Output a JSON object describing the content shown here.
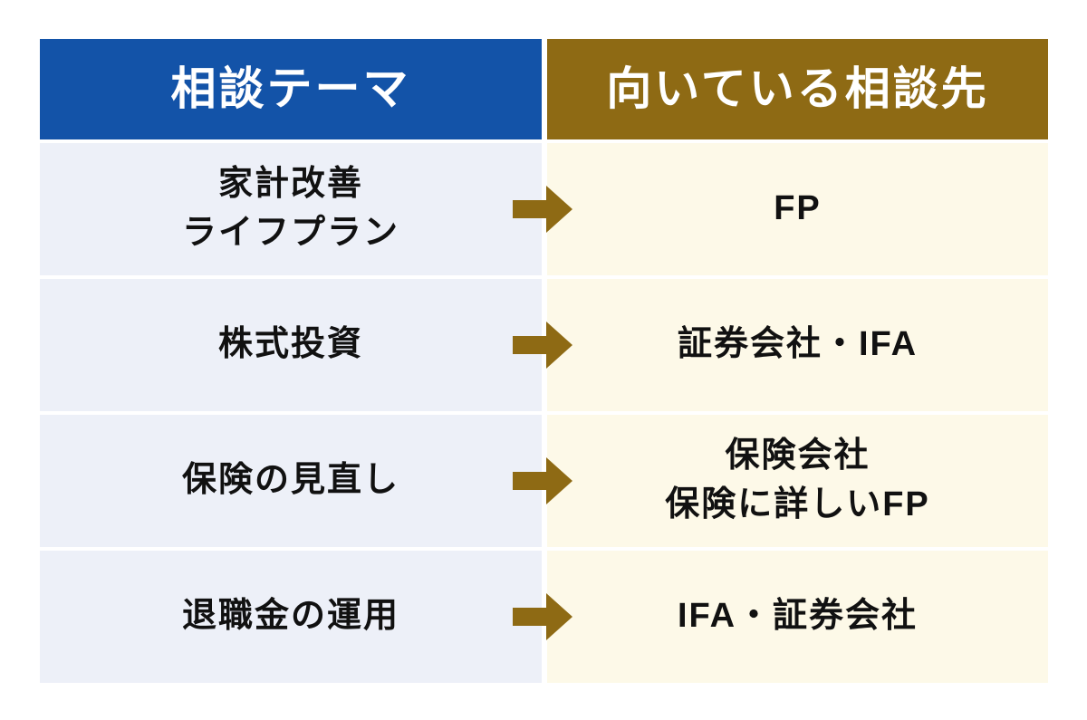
{
  "table": {
    "headers": {
      "theme": "相談テーマ",
      "destination": "向いている相談先"
    },
    "rows": [
      {
        "theme": "家計改善\nライフプラン",
        "destination": "FP"
      },
      {
        "theme": "株式投資",
        "destination": "証券会社・IFA"
      },
      {
        "theme": "保険の見直し",
        "destination": "保険会社\n保険に詳しいFP"
      },
      {
        "theme": "退職金の運用",
        "destination": "IFA・証券会社"
      }
    ]
  },
  "colors": {
    "page_bg": "#ffffff",
    "header_blue": "#1353a8",
    "header_gold": "#8e6a14",
    "header_text": "#ffffff",
    "row_theme_bg": "#edf0f8",
    "row_destination_bg": "#fdf9e8",
    "arrow_gold": "#8e6a14",
    "body_text": "#111111"
  }
}
